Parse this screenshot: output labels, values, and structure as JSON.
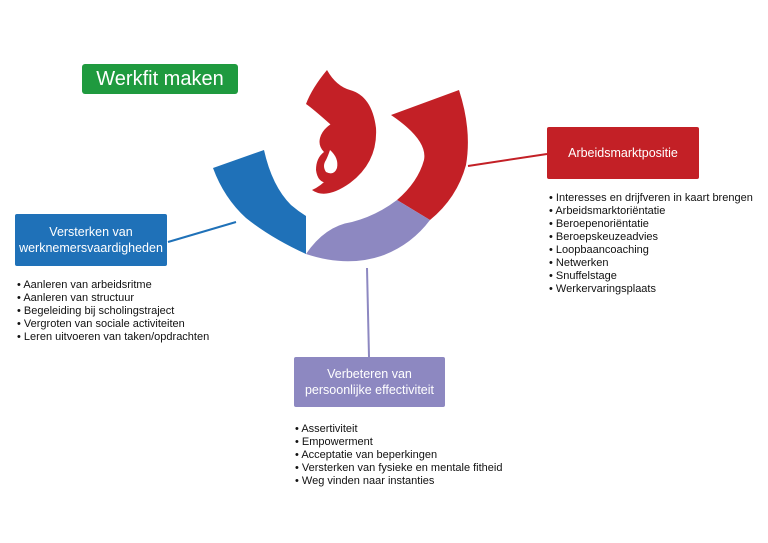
{
  "title": "Werkfit maken",
  "colors": {
    "title_bg": "#1f9a3f",
    "red": "#c32026",
    "blue": "#1f71b8",
    "purple": "#8d88c1"
  },
  "sections": {
    "arbeidsmarkt": {
      "title": "Arbeidsmarktpositie",
      "items": [
        "Interesses en drijfveren in kaart brengen",
        "Arbeidsmarktoriëntatie",
        "Beroepenoriëntatie",
        "Beroepskeuzeadvies",
        "Loopbaancoaching",
        "Netwerken",
        "Snuffelstage",
        "Werkervaringsplaats"
      ]
    },
    "werknemersvaardigheden": {
      "title_line1": "Versterken van",
      "title_line2": "werknemersvaardigheden",
      "items": [
        "Aanleren van arbeidsritme",
        "Aanleren van structuur",
        "Begeleiding bij scholingstraject",
        "Vergroten van sociale activiteiten",
        "Leren uitvoeren van taken/opdrachten"
      ]
    },
    "effectiviteit": {
      "title_line1": "Verbeteren van",
      "title_line2": "persoonlijke effectiviteit",
      "items": [
        "Assertiviteit",
        "Empowerment",
        "Acceptatie van beperkingen",
        "Versterken van fysieke en mentale fitheid",
        "Weg vinden naar instanties"
      ]
    }
  }
}
